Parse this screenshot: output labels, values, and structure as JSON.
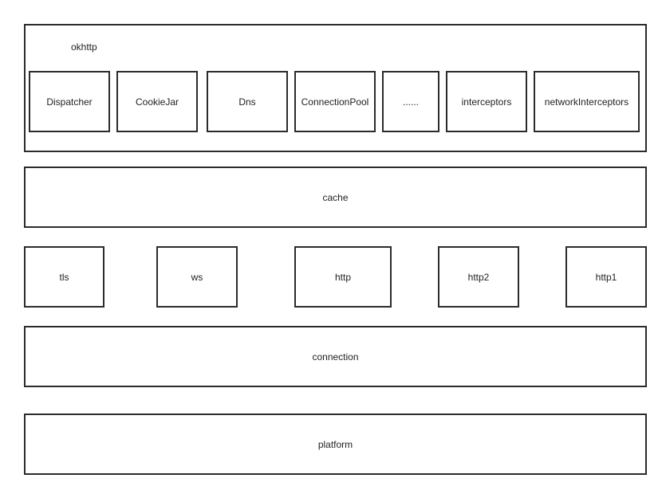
{
  "okhttp": {
    "label": "okhttp",
    "components": [
      {
        "label": "Dispatcher"
      },
      {
        "label": "CookieJar"
      },
      {
        "label": "Dns"
      },
      {
        "label": "ConnectionPool"
      },
      {
        "label": "......"
      },
      {
        "label": "interceptors"
      },
      {
        "label": "networkInterceptors"
      }
    ]
  },
  "cache": {
    "label": "cache"
  },
  "protocols": [
    {
      "label": "tls"
    },
    {
      "label": "ws"
    },
    {
      "label": "http"
    },
    {
      "label": "http2"
    },
    {
      "label": "http1"
    }
  ],
  "connection": {
    "label": "connection"
  },
  "platform": {
    "label": "platform"
  }
}
